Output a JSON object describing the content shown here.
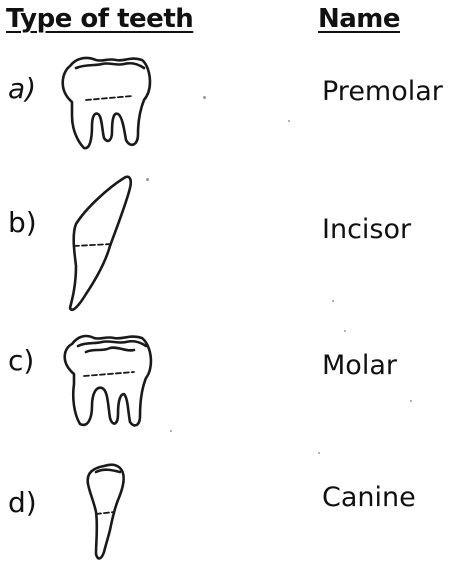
{
  "header": {
    "type_label": "Type of teeth",
    "name_label": "Name"
  },
  "rows": [
    {
      "letter": "a)",
      "name": "Premolar",
      "tooth_icon": "premolar-tooth-icon"
    },
    {
      "letter": "b)",
      "name": "Incisor",
      "tooth_icon": "incisor-tooth-icon"
    },
    {
      "letter": "c)",
      "name": "Molar",
      "tooth_icon": "molar-tooth-icon"
    },
    {
      "letter": "d)",
      "name": "Canine",
      "tooth_icon": "canine-tooth-icon"
    }
  ]
}
